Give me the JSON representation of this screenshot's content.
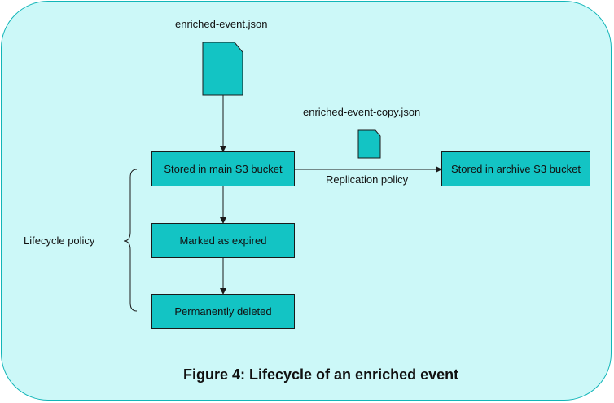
{
  "colors": {
    "background": "#ccf8f8",
    "frame_border": "#12b5b8",
    "node_fill": "#13c4c4",
    "stroke": "#1a1a1a"
  },
  "files": {
    "original": {
      "label": "enriched-event.json",
      "icon": "file-icon"
    },
    "copy": {
      "label": "enriched-event-copy.json",
      "icon": "file-icon"
    }
  },
  "nodes": {
    "main": "Stored in main S3 bucket",
    "expired": "Marked as expired",
    "deleted": "Permanently deleted",
    "archive": "Stored in archive S3 bucket"
  },
  "edges": {
    "replication": "Replication policy"
  },
  "groups": {
    "lifecycle": "Lifecycle policy"
  },
  "caption": "Figure 4: Lifecycle of an enriched event"
}
